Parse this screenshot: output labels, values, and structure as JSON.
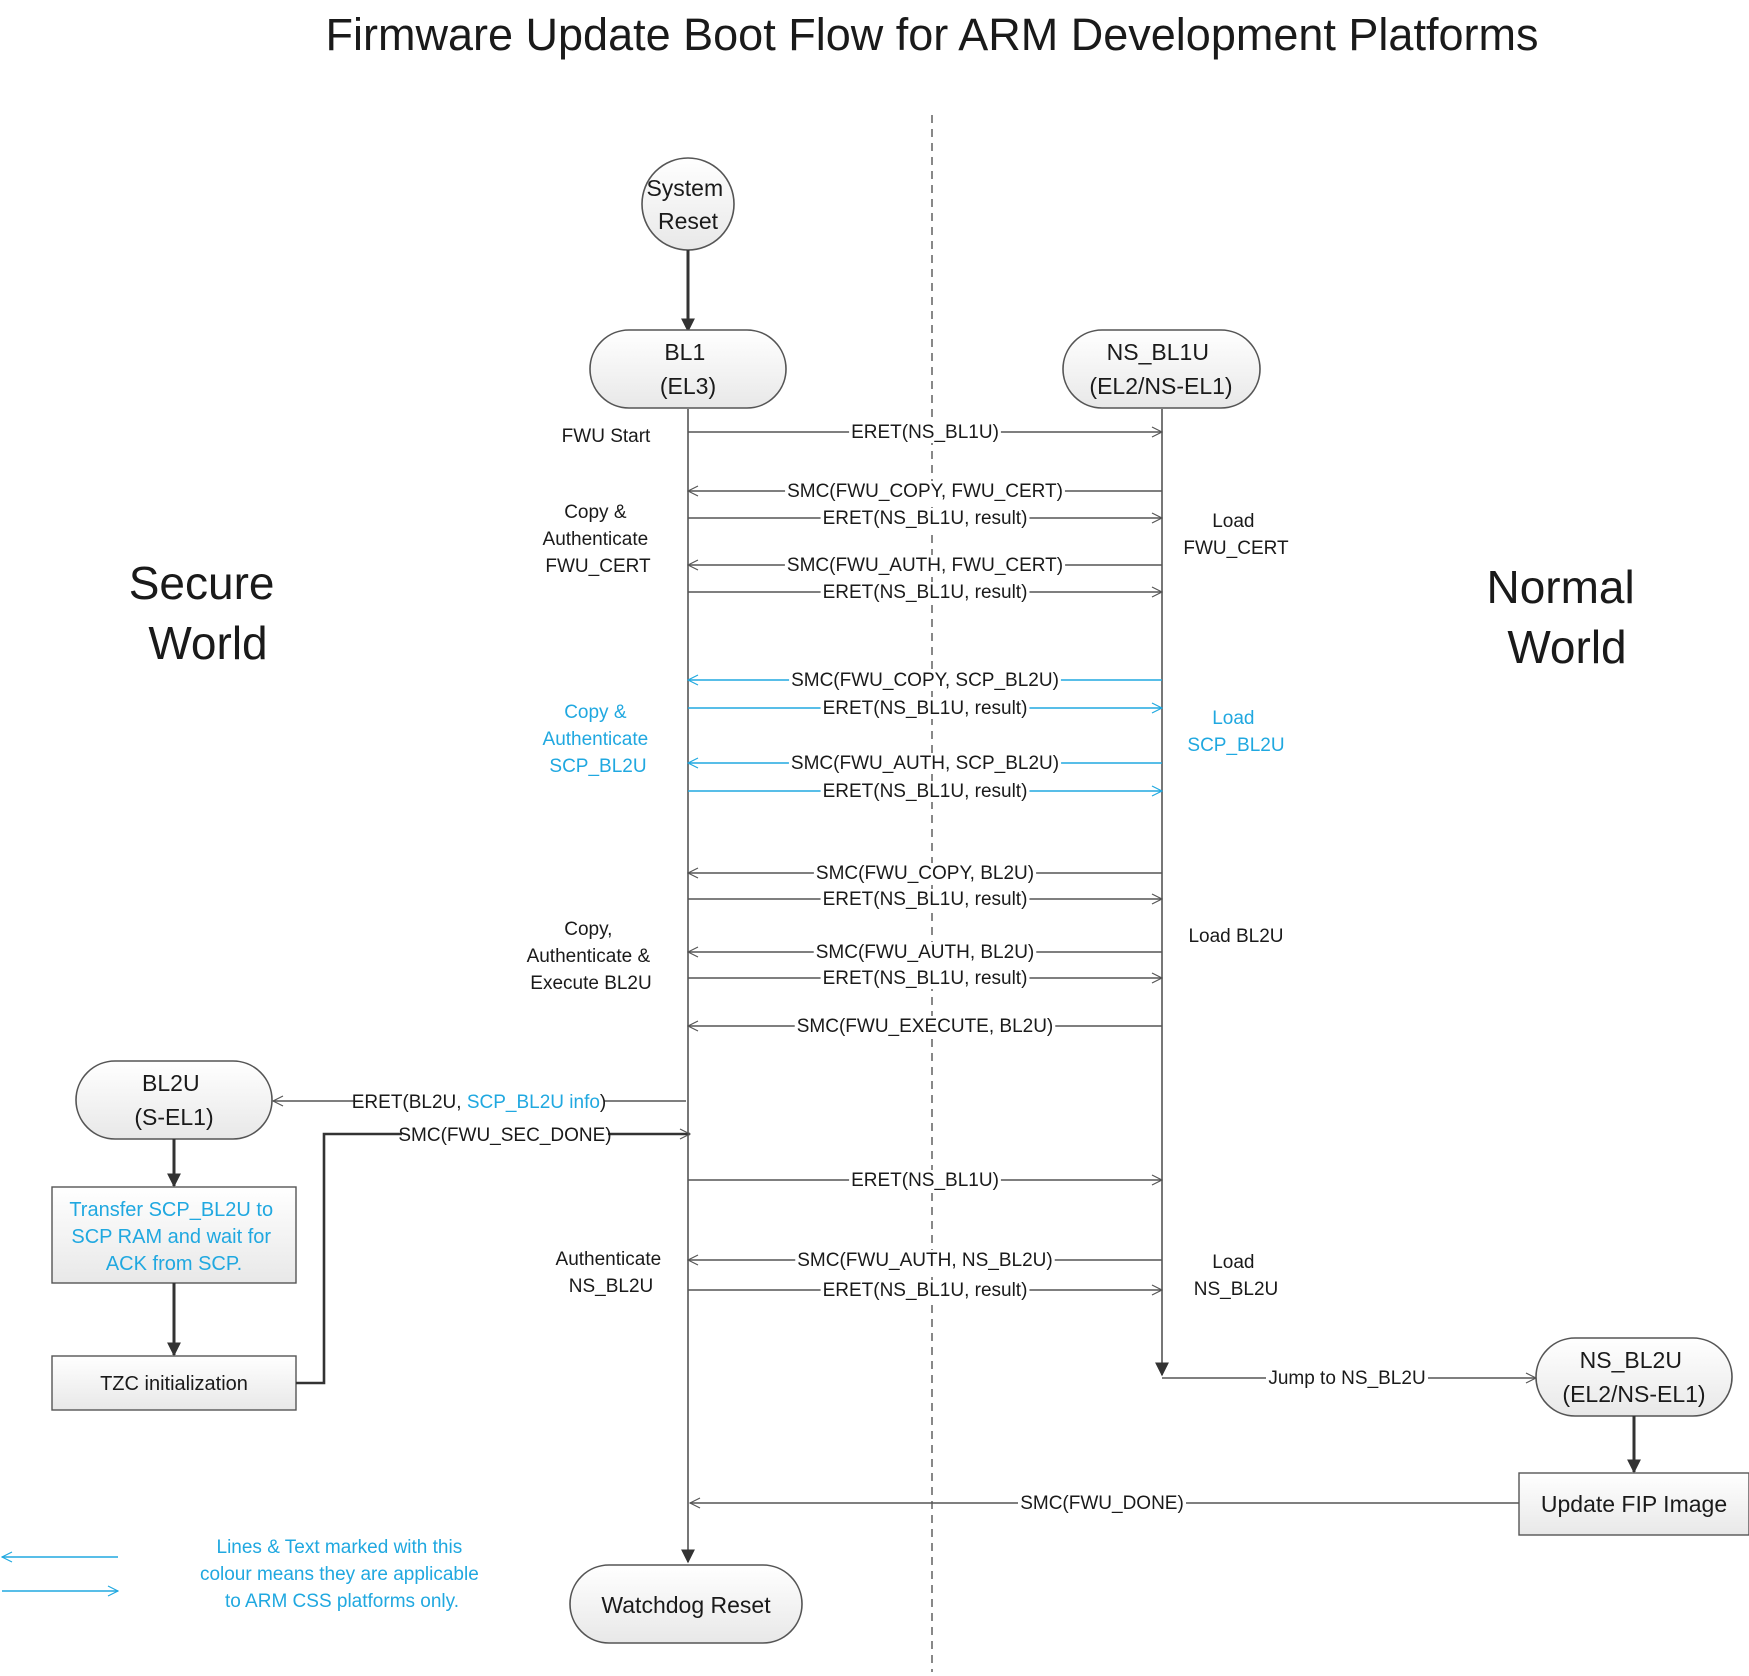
{
  "title": "Firmware Update Boot Flow for ARM Development Platforms",
  "colors": {
    "css_only": "#20a8e0",
    "text": "#1a1a1a",
    "line": "#555555"
  },
  "worlds": {
    "secure": [
      "Secure",
      "World"
    ],
    "normal": [
      "Normal",
      "World"
    ]
  },
  "nodes": {
    "system_reset": [
      "System",
      "Reset"
    ],
    "bl1": [
      "BL1",
      "(EL3)"
    ],
    "ns_bl1u": [
      "NS_BL1U",
      "(EL2/NS-EL1)"
    ],
    "bl2u": [
      "BL2U",
      "(S-EL1)"
    ],
    "ns_bl2u": [
      "NS_BL2U",
      "(EL2/NS-EL1)"
    ],
    "watchdog": "Watchdog Reset",
    "transfer_scp": [
      "Transfer SCP_BL2U to",
      "SCP RAM and wait for",
      "ACK from SCP."
    ],
    "tzc_init": "TZC initialization",
    "update_fip": "Update FIP Image"
  },
  "notes": {
    "fwu_start": "FWU Start",
    "copy_auth_fwu_cert": [
      "Copy &",
      "Authenticate",
      "FWU_CERT"
    ],
    "load_fwu_cert": [
      "Load",
      "FWU_CERT"
    ],
    "copy_auth_scp": [
      "Copy &",
      "Authenticate",
      "SCP_BL2U"
    ],
    "load_scp": [
      "Load",
      "SCP_BL2U"
    ],
    "copy_auth_exec_bl2u": [
      "Copy,",
      "Authenticate &",
      "Execute BL2U"
    ],
    "load_bl2u": "Load BL2U",
    "auth_ns_bl2u": [
      "Authenticate",
      "NS_BL2U"
    ],
    "load_ns_bl2u": [
      "Load",
      "NS_BL2U"
    ]
  },
  "messages": [
    {
      "label": "ERET(NS_BL1U)",
      "dir": "right",
      "blue": false
    },
    {
      "label": "SMC(FWU_COPY, FWU_CERT)",
      "dir": "left",
      "blue": false
    },
    {
      "label": "ERET(NS_BL1U, result)",
      "dir": "right",
      "blue": false
    },
    {
      "label": "SMC(FWU_AUTH, FWU_CERT)",
      "dir": "left",
      "blue": false
    },
    {
      "label": "ERET(NS_BL1U, result)",
      "dir": "right",
      "blue": false
    },
    {
      "label": "SMC(FWU_COPY, SCP_BL2U)",
      "dir": "left",
      "blue": true
    },
    {
      "label": "ERET(NS_BL1U, result)",
      "dir": "right",
      "blue": true
    },
    {
      "label": "SMC(FWU_AUTH, SCP_BL2U)",
      "dir": "left",
      "blue": true
    },
    {
      "label": "ERET(NS_BL1U, result)",
      "dir": "right",
      "blue": true
    },
    {
      "label": "SMC(FWU_COPY, BL2U)",
      "dir": "left",
      "blue": false
    },
    {
      "label": "ERET(NS_BL1U, result)",
      "dir": "right",
      "blue": false
    },
    {
      "label": "SMC(FWU_AUTH, BL2U)",
      "dir": "left",
      "blue": false
    },
    {
      "label": "ERET(NS_BL1U, result)",
      "dir": "right",
      "blue": false
    },
    {
      "label": "SMC(FWU_EXECUTE, BL2U)",
      "dir": "left",
      "blue": false
    },
    {
      "label": "ERET(NS_BL1U)",
      "dir": "right",
      "blue": false
    },
    {
      "label": "SMC(FWU_AUTH, NS_BL2U)",
      "dir": "left",
      "blue": false
    },
    {
      "label": "ERET(NS_BL1U, result)",
      "dir": "right",
      "blue": false
    }
  ],
  "eret_bl2u": {
    "prefix": "ERET(BL2U, ",
    "blue_part": "SCP_BL2U info",
    "suffix": ")"
  },
  "smc_sec_done": "SMC(FWU_SEC_DONE)",
  "jump_ns_bl2u": "Jump to NS_BL2U",
  "smc_fwu_done": "SMC(FWU_DONE)",
  "legend": [
    "Lines & Text marked with this",
    "colour means they are applicable",
    "to ARM CSS platforms only."
  ]
}
